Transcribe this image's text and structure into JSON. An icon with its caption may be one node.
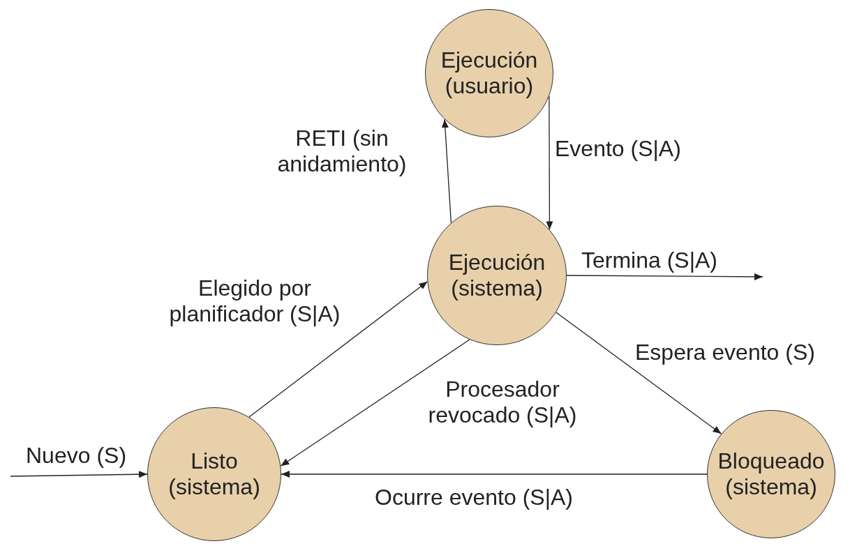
{
  "diagram": {
    "nodes": [
      {
        "text": [
          "Ejecución (usuario)"
        ]
      },
      {
        "text": [
          "Ejecución (sistema)"
        ]
      },
      {
        "text": [
          "Listo (sistema)"
        ]
      },
      {
        "text": [
          "Bloqueado (sistema)"
        ]
      }
    ],
    "edges": [
      {
        "from": 1,
        "to": 0,
        "arrow": "to",
        "label": "RETI (sin anidamiento)"
      },
      {
        "from": 0,
        "to": 1,
        "arrow": "to",
        "label": "Evento (S|A)"
      },
      {
        "from": 1,
        "to": null,
        "arrow": "to",
        "label": "Termina (S|A)"
      },
      {
        "from": 2,
        "to": 1,
        "arrow": "to",
        "label": "Elegido por planificador (S|A)"
      },
      {
        "from": 1,
        "to": 2,
        "arrow": "to",
        "label": "Procesador revocado (S|A)"
      },
      {
        "from": 1,
        "to": 3,
        "arrow": "to",
        "label": "Espera evento (S)"
      },
      {
        "from": 3,
        "to": 2,
        "arrow": "to",
        "label": "Ocurre evento (S|A)"
      },
      {
        "from": null,
        "to": 2,
        "arrow": "to",
        "label": "Nuevo (S)"
      }
    ]
  }
}
